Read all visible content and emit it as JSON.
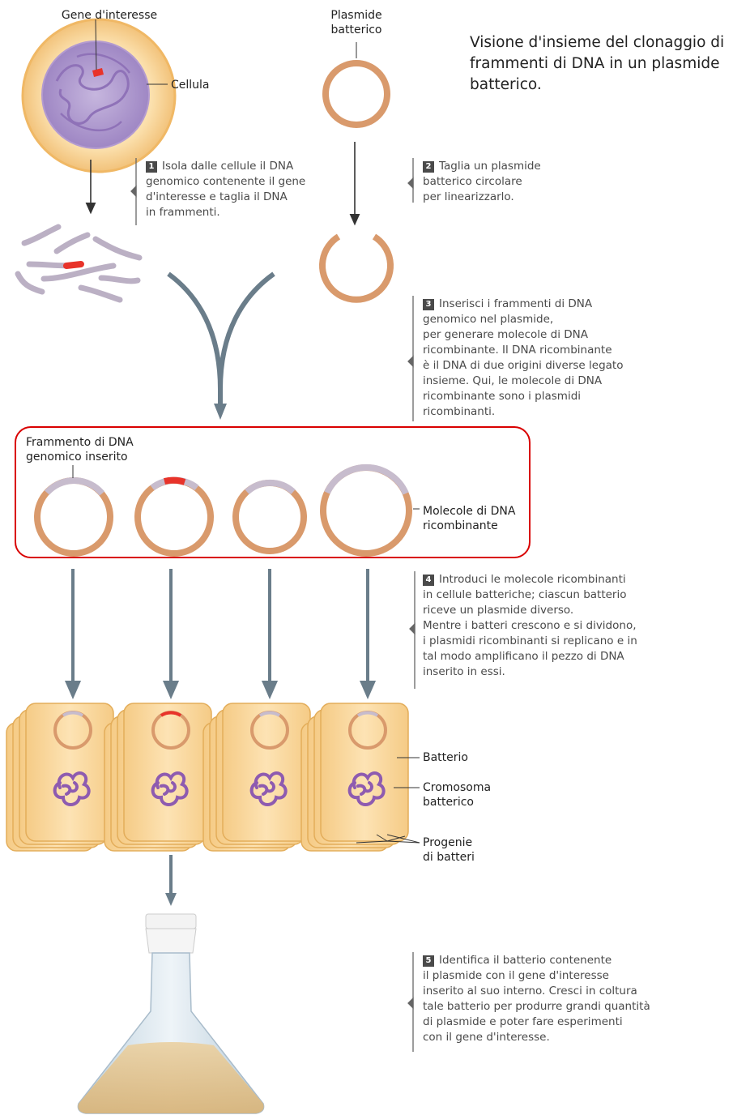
{
  "title": "Visione d'insieme del clonaggio di frammenti di DNA in un plasmide batterico.",
  "labels": {
    "gene": "Gene d'interesse",
    "cell": "Cellula",
    "plasmid": "Plasmide\nbatterico",
    "fragment": "Frammento di DNA\ngenomico inserito",
    "molecules": "Molecole di DNA\nricombinante",
    "bacterium": "Batterio",
    "chromosome": "Cromosoma\nbatterico",
    "progeny": "Progenie\ndi batteri"
  },
  "steps": [
    {
      "num": "1",
      "text": "Isola dalle cellule il DNA\ngenomico contenente il gene\nd'interesse e taglia il DNA\nin frammenti."
    },
    {
      "num": "2",
      "text": "Taglia un plasmide\nbatterico circolare\nper linearizzarlo."
    },
    {
      "num": "3",
      "text": "Inserisci i frammenti di DNA\ngenomico nel plasmide,\nper generare molecole di DNA\nricombinante. Il DNA ricombinante\nè il DNA di due origini diverse legato\ninsieme. Qui, le molecole di DNA\nricombinante sono i plasmidi\nricombinanti."
    },
    {
      "num": "4",
      "text": "Introduci le molecole ricombinanti\nin cellule batteriche; ciascun batterio\nriceve un plasmide diverso.\nMentre i batteri crescono e si dividono,\ni plasmidi ricombinanti si replicano e in\ntal modo amplificano il pezzo di DNA\ninserito in essi."
    },
    {
      "num": "5",
      "text": "Identifica il batterio contenente\nil plasmide con il gene d'interesse\ninserito al suo interno. Cresci in coltura\ntale batterio per produrre grandi quantità\ndi plasmide e poter fare esperimenti\ncon il gene d'interesse."
    }
  ],
  "colors": {
    "plasmid": "#d99a6c",
    "insert": "#c7bccd",
    "gene": "#e8332a",
    "bacterium": "#f6d59a",
    "chromosome": "#8e5bb0",
    "arrow": "#6a7d8a",
    "highlight": "#d90000"
  }
}
